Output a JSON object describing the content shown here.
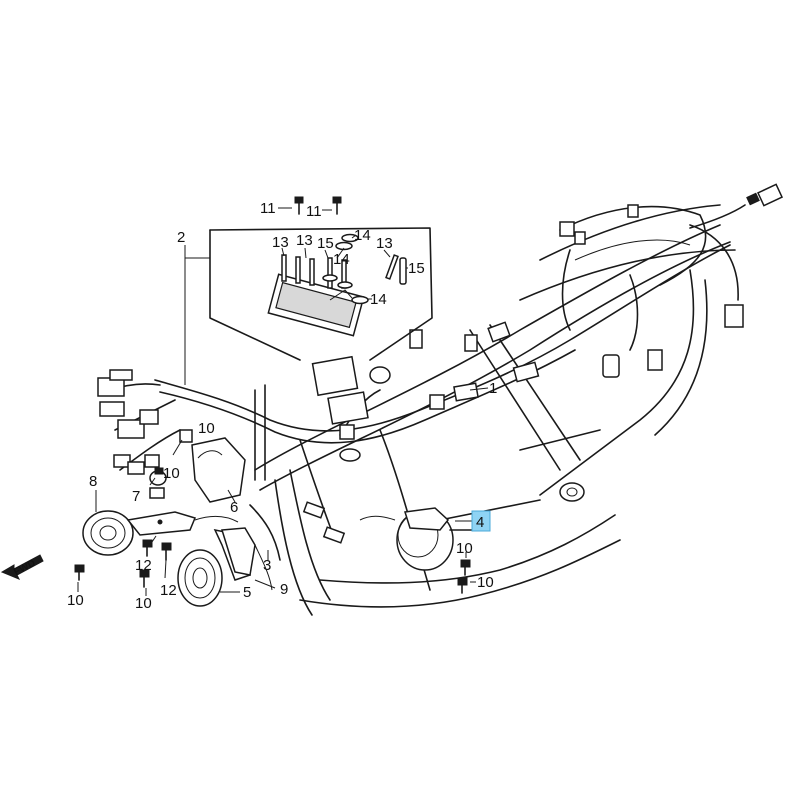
{
  "labels": {
    "p1": "1",
    "p2": "2",
    "p3": "3",
    "p4": "4",
    "p5": "5",
    "p6": "6",
    "p7": "7",
    "p8": "8",
    "p9": "9",
    "p10_a": "10",
    "p10_b": "10",
    "p10_c": "10",
    "p10_d": "10",
    "p10_e": "10",
    "p10_f": "10",
    "p11_a": "11",
    "p11_b": "11",
    "p12_a": "12",
    "p12_b": "12",
    "p13_a": "13",
    "p13_b": "13",
    "p13_c": "13",
    "p14_a": "14",
    "p14_b": "14",
    "p14_c": "14",
    "p15_a": "15",
    "p15_b": "15",
    "fwd": "FWD"
  },
  "colors": {
    "line": "#1a1a1a",
    "highlight": "#8fd3f4",
    "background": "#ffffff"
  }
}
